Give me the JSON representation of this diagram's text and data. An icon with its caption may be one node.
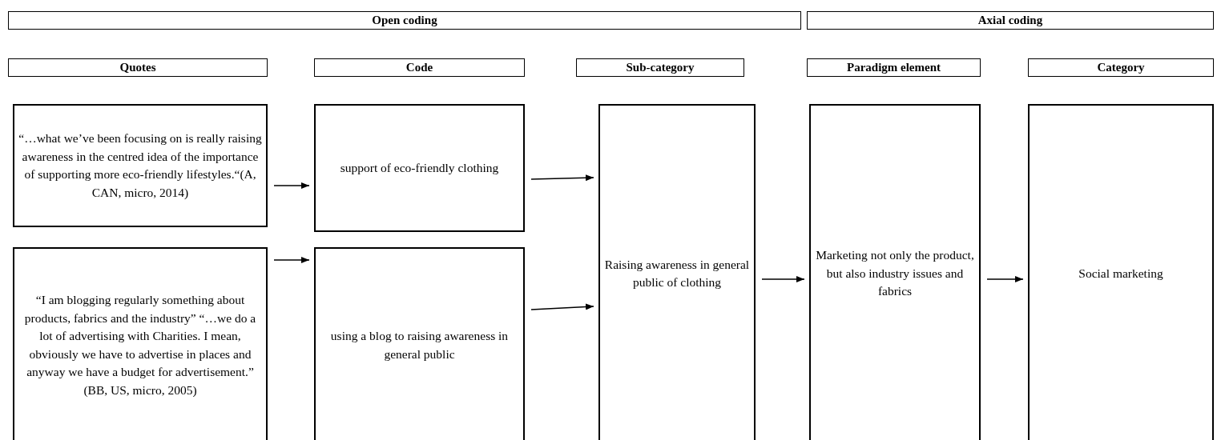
{
  "diagram": {
    "nodes": [
      {
        "text": [
          "Open coding"
        ]
      },
      {
        "text": [
          "Axial coding"
        ]
      },
      {
        "text": [
          "Quotes"
        ]
      },
      {
        "text": [
          "Code"
        ]
      },
      {
        "text": [
          "Sub-category"
        ]
      },
      {
        "text": [
          "Paradigm element"
        ]
      },
      {
        "text": [
          "Category"
        ]
      },
      {
        "text": [
          "“…what we’ve been focusing on is really raising awareness in the centred idea of the importance of supporting more eco-friendly lifestyles.“(A, CAN, micro, 2014)"
        ]
      },
      {
        "text": [
          "support of eco-friendly clothing"
        ]
      },
      {
        "text": [
          "“I am blogging regularly something about products, fabrics and the industry” “…we do a lot of advertising with Charities. I mean, obviously we have to advertise in places and anyway we have a budget for advertisement.” (BB, US, micro, 2005)"
        ]
      },
      {
        "text": [
          "using a blog to raising awareness in general public"
        ]
      },
      {
        "text": [
          "Raising awareness in general public of clothing"
        ]
      },
      {
        "text": [
          "Marketing not only the product, but also industry issues and fabrics"
        ]
      },
      {
        "text": [
          "Social marketing"
        ]
      }
    ],
    "edges": [
      {
        "from": 7,
        "to": 8,
        "arrow": "to"
      },
      {
        "from": 9,
        "to": 10,
        "arrow": "to"
      },
      {
        "from": 8,
        "to": 11,
        "arrow": "to"
      },
      {
        "from": 10,
        "to": 11,
        "arrow": "to"
      },
      {
        "from": 11,
        "to": 12,
        "arrow": "to"
      },
      {
        "from": 12,
        "to": 13,
        "arrow": "to"
      }
    ]
  }
}
